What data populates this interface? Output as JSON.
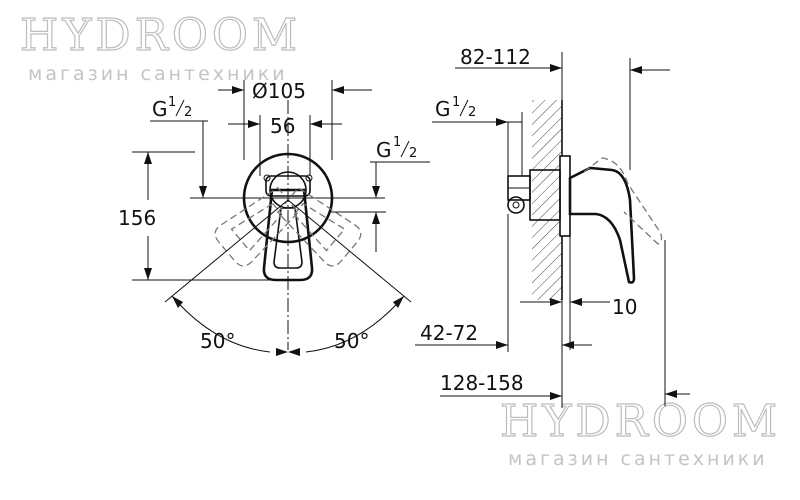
{
  "watermark": {
    "brand": "HYDROOM",
    "tagline": "магазин сантехники"
  },
  "front_view": {
    "diameter": "Ø105",
    "center_spacing": "56",
    "thread_left": {
      "base": "G",
      "num": "1",
      "den": "2"
    },
    "thread_right": {
      "base": "G",
      "num": "1",
      "den": "2"
    },
    "height": "156",
    "angle_left": "50°",
    "angle_right": "50°"
  },
  "side_view": {
    "wall_range": "82-112",
    "thread": {
      "base": "G",
      "num": "1",
      "den": "2"
    },
    "plate_gap": "10",
    "depth_range": "42-72",
    "total_range": "128-158"
  }
}
